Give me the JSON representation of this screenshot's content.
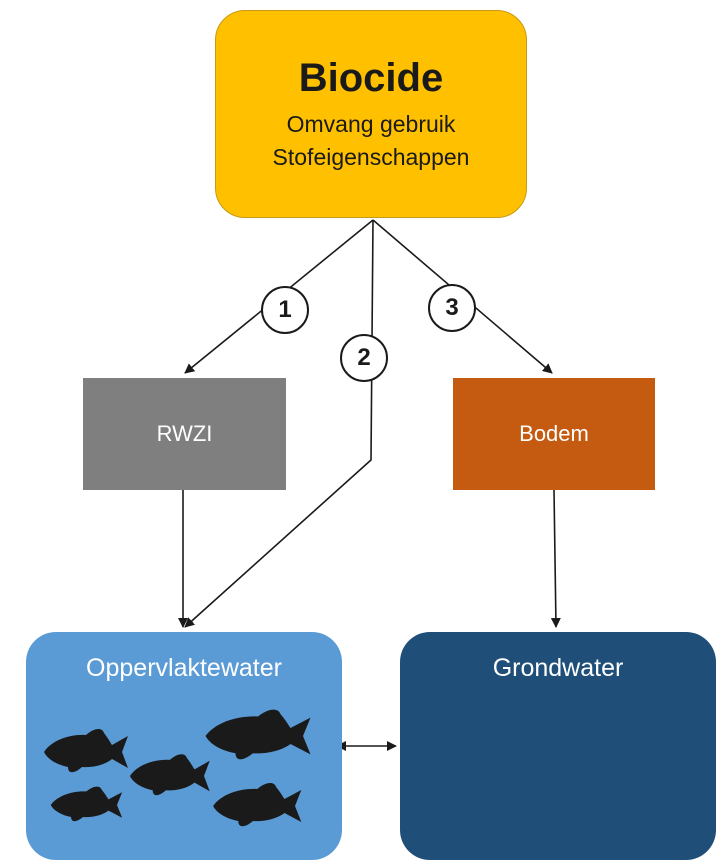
{
  "diagram": {
    "source": {
      "title": "Biocide",
      "lines": [
        "Omvang gebruik",
        "Stofeigenschappen"
      ]
    },
    "nodes": {
      "rwzi": "RWZI",
      "bodem": "Bodem",
      "oppervlaktewater": "Oppervlaktewater",
      "grondwater": "Grondwater"
    },
    "routes": [
      "1",
      "2",
      "3"
    ]
  },
  "colors": {
    "biocide": "#FFC000",
    "rwzi": "#7F7F7F",
    "bodem": "#C55A11",
    "oppervlaktewater": "#5B9BD5",
    "grondwater": "#1F4E79"
  },
  "icons": {
    "fish": "fish-icon"
  }
}
